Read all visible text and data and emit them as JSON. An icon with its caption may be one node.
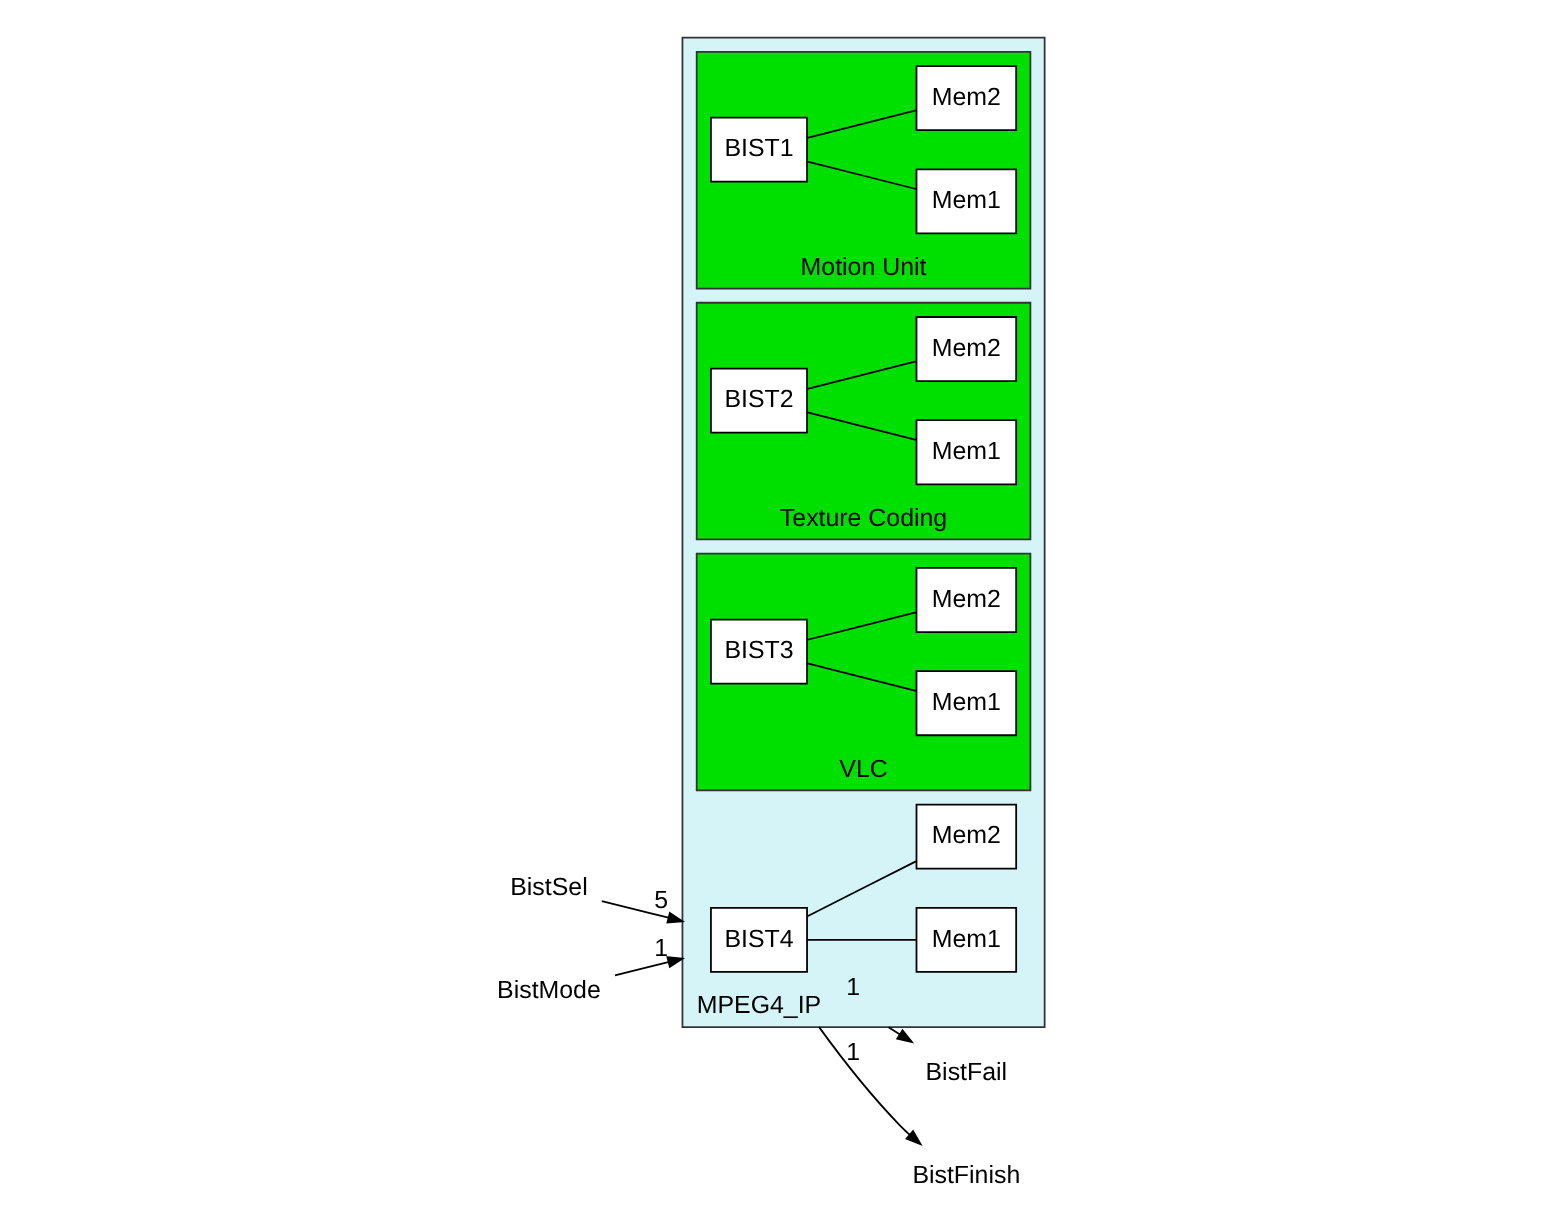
{
  "diagram": {
    "nodes": [
      {
        "text": [
          "MPEG4_IP"
        ]
      },
      {
        "text": [
          "Motion Unit"
        ],
        "in": 0
      },
      {
        "text": [
          "BIST1"
        ],
        "in": 1
      },
      {
        "text": [
          "Mem1"
        ],
        "in": 1
      },
      {
        "text": [
          "Mem2"
        ],
        "in": 1
      },
      {
        "text": [
          "Texture Coding"
        ],
        "in": 0
      },
      {
        "text": [
          "BIST2"
        ],
        "in": 5
      },
      {
        "text": [
          "Mem1"
        ],
        "in": 5
      },
      {
        "text": [
          "Mem2"
        ],
        "in": 5
      },
      {
        "text": [
          "BIST4"
        ],
        "in": 0
      },
      {
        "text": [
          "Mem1"
        ],
        "in": 0
      },
      {
        "text": [
          "Mem2"
        ],
        "in": 0
      },
      {
        "text": [
          "VLC"
        ],
        "in": 0
      },
      {
        "text": [
          "BIST3"
        ],
        "in": 12
      },
      {
        "text": [
          "Mem1"
        ],
        "in": 12
      },
      {
        "text": [
          "Mem2"
        ],
        "in": 12
      },
      {
        "text": [
          "BistSel"
        ]
      },
      {
        "text": [
          "BistMode"
        ]
      },
      {
        "text": [
          "BistFail"
        ]
      },
      {
        "text": [
          "BistFinish"
        ]
      }
    ],
    "edges": [
      {
        "from": 2,
        "to": 3,
        "arrow": "none"
      },
      {
        "from": 2,
        "to": 4,
        "arrow": "none"
      },
      {
        "from": 6,
        "to": 7,
        "arrow": "none"
      },
      {
        "from": 6,
        "to": 8,
        "arrow": "none"
      },
      {
        "from": 9,
        "to": 10,
        "arrow": "none"
      },
      {
        "from": 9,
        "to": 11,
        "arrow": "none"
      },
      {
        "from": 13,
        "to": 14,
        "arrow": "none"
      },
      {
        "from": 13,
        "to": 15,
        "arrow": "none"
      },
      {
        "from": 16,
        "to": 0,
        "arrow": "to",
        "label": "5"
      },
      {
        "from": 17,
        "to": 0,
        "arrow": "to",
        "label": "1"
      },
      {
        "from": 0,
        "to": 18,
        "arrow": "to",
        "label": "1"
      },
      {
        "from": 0,
        "to": 19,
        "arrow": "to",
        "label": "1"
      }
    ]
  }
}
